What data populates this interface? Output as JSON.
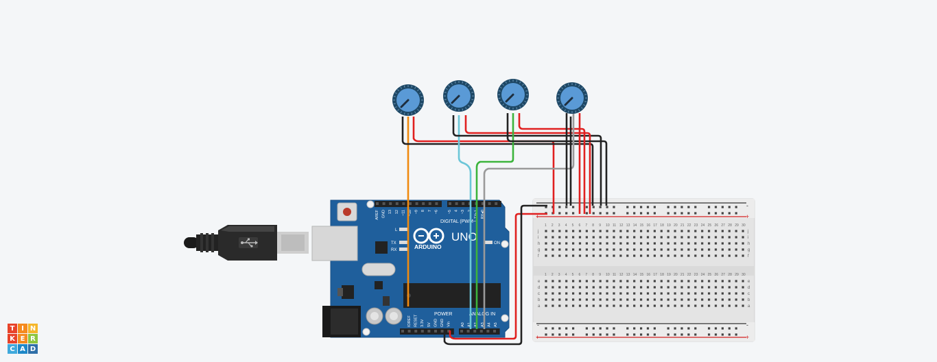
{
  "app": {
    "name": "Tinkercad"
  },
  "logo": {
    "letters": [
      "T",
      "I",
      "N",
      "K",
      "E",
      "R",
      "C",
      "A",
      "D"
    ],
    "colors": [
      "#e8432a",
      "#f58a1f",
      "#f5b62a",
      "#e8432a",
      "#f58a1f",
      "#8ec63f",
      "#3fa9dc",
      "#1e88c8",
      "#2f6fa8"
    ]
  },
  "colors": {
    "canvas": "#f4f6f8",
    "board": "#1f5f9c",
    "breadboard": "#e9e9e9",
    "wire_red": "#e02020",
    "wire_black": "#222222",
    "wire_orange": "#f08a10",
    "wire_cyan": "#6cc6d8",
    "wire_green": "#3cb43c",
    "wire_gray": "#9a9a9a",
    "pot_body": "#1e4866",
    "pot_knob": "#5a9ad6"
  },
  "arduino": {
    "brand": "ARDUINO",
    "model": "UNO",
    "digital_label": "DIGITAL (PWM~)",
    "power_label": "POWER",
    "analog_label": "ANALOG IN",
    "on_label": "ON",
    "led_l": "L",
    "led_tx": "TX",
    "led_rx": "RX",
    "top_pins": [
      "AREF",
      "GND",
      "13",
      "12",
      "~11",
      "~10",
      "~9",
      "8",
      "7",
      "~6",
      "~5",
      "4",
      "~3",
      "2",
      "TX▸1",
      "RX◂0"
    ],
    "power_pins": [
      "IOREF",
      "RESET",
      "3.3V",
      "5V",
      "GND",
      "GND",
      "Vin"
    ],
    "analog_pins": [
      "A0",
      "A1",
      "A2",
      "A3",
      "A4",
      "A5"
    ]
  },
  "breadboard": {
    "columns": [
      "1",
      "2",
      "3",
      "4",
      "5",
      "6",
      "7",
      "8",
      "9",
      "10",
      "11",
      "12",
      "13",
      "14",
      "15",
      "16",
      "17",
      "18",
      "19",
      "20",
      "21",
      "22",
      "23",
      "24",
      "25",
      "26",
      "27",
      "28",
      "29",
      "30"
    ],
    "rows_top": [
      "j",
      "i",
      "h",
      "g",
      "f"
    ],
    "rows_bottom": [
      "e",
      "d",
      "c",
      "b",
      "a"
    ],
    "rail_minus": "-",
    "rail_plus": "+"
  },
  "potentiometers": [
    {
      "id": "pot-1"
    },
    {
      "id": "pot-2"
    },
    {
      "id": "pot-3"
    },
    {
      "id": "pot-4"
    }
  ]
}
